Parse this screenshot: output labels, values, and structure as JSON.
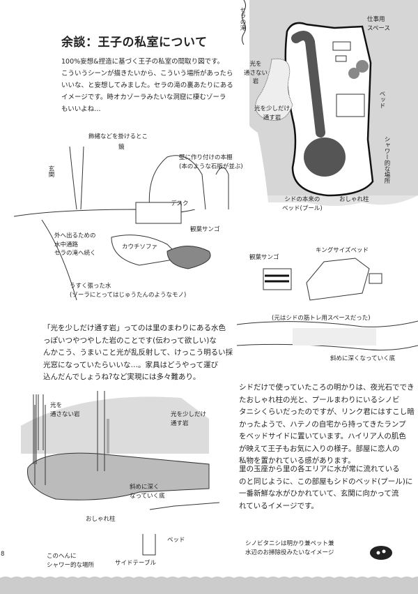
{
  "title": "余談：王子の私室について",
  "intro": "100%妄想&捏造に基づく王子の私室の間取り図です。\nこういうシーンが描きたいから、こういう場所があったら\nいいな、と妄想してみました。セラの滝の裏あたりにある\nイメージです。時オカゾーラみたいな洞窟に棲むゾーラ\nもいいよね…",
  "map": {
    "waterfall": "セラの滝",
    "work_space": "仕事用\nスペース",
    "dark_rock": "光を\n通さない\n岩",
    "light_rock": "光を少しだけ\n通す岩",
    "bed": "ベッド",
    "shower": "シャワー的な場所",
    "pool_bed": "シドの本来の\nベッド(プール)",
    "pillar": "おしゃれ柱"
  },
  "scene1": {
    "hook": "飾緒などを掛けるとこ",
    "mirror": "鏡",
    "entrance": "玄関",
    "bookshelf": "壁に作り付けの本棚\n(本のような石版が並ぶ)",
    "desk": "デスク",
    "coral": "観葉サンゴ",
    "passage": "外へ出るための\n水中通路\nセラの滝へ続く",
    "couch": "カウチソファ",
    "water": "うすく張った水\n(ゾーラにとってはじゅうたんのようなモノ)"
  },
  "scene2": {
    "coral": "観葉サンゴ",
    "king_bed": "キングサイズベッド",
    "note": "(元はシドの筋トレ用スペースだった)",
    "slope": "斜めに深くなっていく底"
  },
  "para_rock": "「光を少しだけ通す岩」ってのは里のまわりにある水色\nっぽいつやつやした岩のことです(伝わって欲しい)な\nんかこう、うまいこと光が乱反射して、けっこう明るい採\n光窓になっていたらいいな…。家具はどうやって運び\n込んだんでしょうね?など実現には多々難あり。",
  "para_light": "シドだけで使っていたころの明かりは、夜光石ででき\nたおしゃれ柱の光と、プールまわりにいるシノビ\nタニシくらいだったのですが、リンク君にはすこし暗\nかったようで、ハテノの自宅から持ってきたランプ\nをベッドサイドに置いています。ハイリア人の肌色\nが映えて王子もお気に入りの様子。部屋に恋人の\n私物を置かれている感があります。",
  "para_water": "里の玉座から里の各エリアに水が常に流れている\nのと同じように、この部屋もシドのベッド(プール)に\n一番新鮮な水がひかれていて、玄関に向かって流\nれているイメージです。",
  "scene3": {
    "dark_rock": "光を\n通さない岩",
    "light_rock": "光を少しだけ\n通す岩",
    "slope": "斜めに深く\nなっていく底",
    "pillar": "おしゃれ柱",
    "bed": "ベッド",
    "shower": "このへんに\nシャワー的な場所",
    "side_table": "サイドテーブル"
  },
  "snail_note": "シノビタニシは明かり兼ペット兼\n水辺のお掃除役みたいなイメージ",
  "page_number": "8"
}
